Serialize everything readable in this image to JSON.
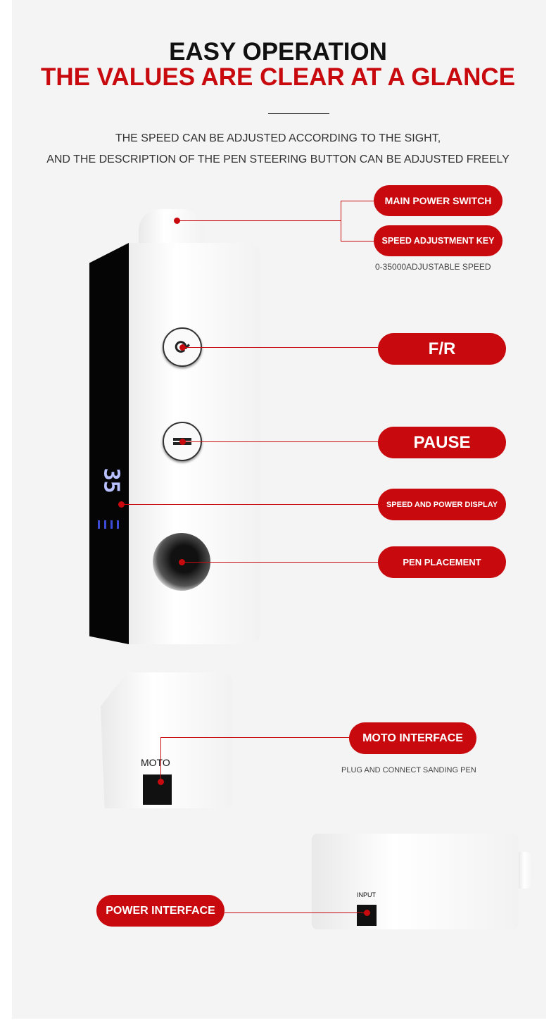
{
  "header": {
    "title": "EASY OPERATION",
    "subtitle": "THE VALUES ARE CLEAR AT A GLANCE",
    "desc_line1": "THE SPEED CAN BE ADJUSTED ACCORDING TO THE SIGHT,",
    "desc_line2": "AND THE DESCRIPTION OF THE PEN STEERING BUTTON CAN BE ADJUSTED FREELY"
  },
  "labels": {
    "main_power": "MAIN POWER SWITCH",
    "speed_key": "SPEED ADJUSTMENT KEY",
    "speed_note": "0-35000ADJUSTABLE SPEED",
    "fr": "F/R",
    "pause": "PAUSE",
    "display": "SPEED AND POWER DISPLAY",
    "pen": "PEN PLACEMENT",
    "moto": "MOTO INTERFACE",
    "moto_note": "PLUG AND CONNECT SANDING PEN",
    "power": "POWER INTERFACE"
  },
  "device": {
    "display_value": "35",
    "moto_label": "MOTO",
    "input_label": "INPUT"
  },
  "colors": {
    "accent": "#c8090d",
    "background": "#f4f4f4"
  }
}
